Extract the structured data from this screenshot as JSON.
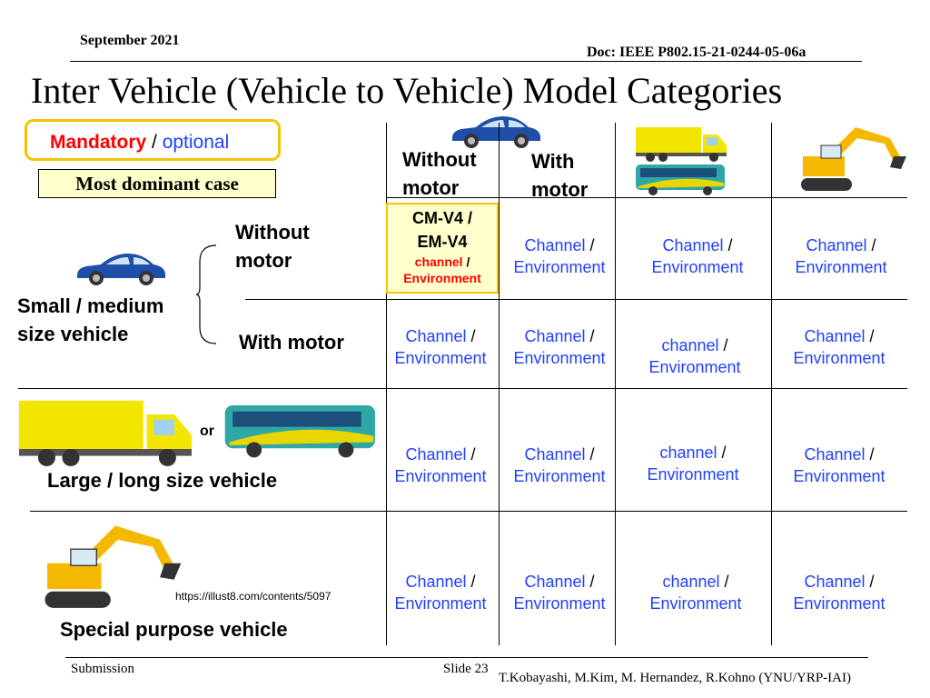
{
  "header": {
    "date": "September 2021",
    "doc": "Doc: IEEE P802.15-21-0244-05-06a",
    "title": "Inter Vehicle (Vehicle to Vehicle) Model Categories"
  },
  "legend": {
    "mandatory": "Mandatory",
    "separator": " / ",
    "optional": "optional",
    "dominant": "Most dominant case"
  },
  "columns": {
    "without_motor": [
      "Without",
      "motor"
    ],
    "with_motor": [
      "With",
      "motor"
    ]
  },
  "rows": {
    "small_vehicle": [
      "Small / medium",
      "size vehicle"
    ],
    "without_motor": [
      "Without",
      "motor"
    ],
    "with_motor": "With motor",
    "or_label": "or",
    "large_vehicle": "Large / long size vehicle",
    "url": "https://illust8.com/contents/5097",
    "special_vehicle": "Special purpose vehicle"
  },
  "highlight_cell": {
    "line1": "CM-V4 /",
    "line2": "EM-V4",
    "line3a": "channel",
    "line3b": " /",
    "line4": "Environment"
  },
  "cells": [
    {
      "a": "Channel",
      "b": " /",
      "c": "Environment"
    },
    {
      "a": "Channel",
      "b": " /",
      "c": "Environment"
    },
    {
      "a": "Channel",
      "b": " /",
      "c": "Environment"
    },
    {
      "a": "Channel",
      "b": " /",
      "c": "Environment"
    },
    {
      "a": "Channel",
      "b": " /",
      "c": "Environment"
    },
    {
      "a": "channel",
      "b": " /",
      "c": "Environment"
    },
    {
      "a": "Channel",
      "b": " /",
      "c": "Environment"
    },
    {
      "a": "Channel",
      "b": " /",
      "c": "Environment"
    },
    {
      "a": "Channel",
      "b": " /",
      "c": "Environment"
    },
    {
      "a": "channel",
      "b": " /",
      "c": "Environment"
    },
    {
      "a": "Channel",
      "b": " /",
      "c": "Environment"
    },
    {
      "a": "Channel",
      "b": " /",
      "c": "Environment"
    },
    {
      "a": "Channel",
      "b": " /",
      "c": "Environment"
    },
    {
      "a": "channel",
      "b": " /",
      "c": "Environment"
    },
    {
      "a": "Channel",
      "b": " /",
      "c": "Environment"
    }
  ],
  "footer": {
    "submission": "Submission",
    "slide": "Slide 23",
    "authors": "T.Kobayashi, M.Kim, M. Hernandez, R.Kohno (YNU/YRP-IAI)"
  },
  "colors": {
    "mandatory": "#ff0000",
    "optional": "#1f3fff",
    "highlight_border": "#f5c400",
    "highlight_fill": "#ffffcc"
  },
  "icons": [
    "sedan-car-icon",
    "truck-icon",
    "bus-icon",
    "excavator-icon"
  ]
}
